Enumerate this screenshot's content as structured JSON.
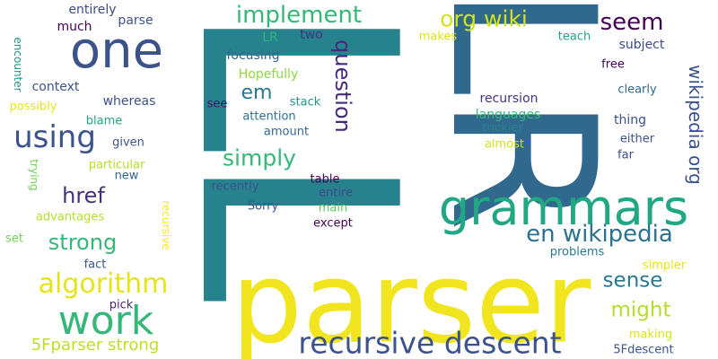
{
  "words": [
    {
      "text": "LL",
      "color": "#26838e",
      "rotated": true
    },
    {
      "text": "LR",
      "color": "#31688e",
      "rotated": true
    },
    {
      "text": "parser",
      "color": "#f0e51e",
      "rotated": false
    },
    {
      "text": "grammars",
      "color": "#22a784",
      "rotated": false
    },
    {
      "text": "recursive descent",
      "color": "#3b528b",
      "rotated": false
    },
    {
      "text": "one",
      "color": "#3b528b",
      "rotated": false
    },
    {
      "text": "work",
      "color": "#35b779",
      "rotated": false
    },
    {
      "text": "using",
      "color": "#3b528b",
      "rotated": false
    },
    {
      "text": "algorithm",
      "color": "#e5e419",
      "rotated": false
    },
    {
      "text": "en wikipedia",
      "color": "#2c728e",
      "rotated": false
    },
    {
      "text": "wikipedia org",
      "color": "#3b528b",
      "rotated": true
    },
    {
      "text": "implement",
      "color": "#35b779",
      "rotated": false
    },
    {
      "text": "org wiki",
      "color": "#d2e21b",
      "rotated": false
    },
    {
      "text": "seem",
      "color": "#440154",
      "rotated": false
    },
    {
      "text": "question",
      "color": "#482878",
      "rotated": true
    },
    {
      "text": "simply",
      "color": "#35b779",
      "rotated": false
    },
    {
      "text": "em",
      "color": "#2a788e",
      "rotated": false
    },
    {
      "text": "href",
      "color": "#46327e",
      "rotated": false
    },
    {
      "text": "strong",
      "color": "#35b779",
      "rotated": false
    },
    {
      "text": "sense",
      "color": "#2a788e",
      "rotated": false
    },
    {
      "text": "might",
      "color": "#b5de2b",
      "rotated": false
    },
    {
      "text": "5Fparser strong",
      "color": "#bddf26",
      "rotated": false
    },
    {
      "text": "entirely",
      "color": "#3e4a89",
      "rotated": false
    },
    {
      "text": "parse",
      "color": "#3b528b",
      "rotated": false
    },
    {
      "text": "much",
      "color": "#440154",
      "rotated": false
    },
    {
      "text": "two",
      "color": "#46327e",
      "rotated": false
    },
    {
      "text": "LR",
      "color": "#31b57b",
      "rotated": false
    },
    {
      "text": "makes",
      "color": "#dde318",
      "rotated": false
    },
    {
      "text": "teach",
      "color": "#20a386",
      "rotated": false
    },
    {
      "text": "subject",
      "color": "#3e4989",
      "rotated": false
    },
    {
      "text": "free",
      "color": "#440154",
      "rotated": false
    },
    {
      "text": "focusing",
      "color": "#31688e",
      "rotated": false
    },
    {
      "text": "Hopefully",
      "color": "#8fd744",
      "rotated": false
    },
    {
      "text": "encounter",
      "color": "#21918c",
      "rotated": true
    },
    {
      "text": "context",
      "color": "#3b528b",
      "rotated": false
    },
    {
      "text": "possibly",
      "color": "#e5e419",
      "rotated": false
    },
    {
      "text": "whereas",
      "color": "#3b528b",
      "rotated": false
    },
    {
      "text": "blame",
      "color": "#21a685",
      "rotated": false
    },
    {
      "text": "given",
      "color": "#3b528b",
      "rotated": false
    },
    {
      "text": "particular",
      "color": "#b5de2b",
      "rotated": false
    },
    {
      "text": "new",
      "color": "#31688e",
      "rotated": false
    },
    {
      "text": "trying",
      "color": "#73d056",
      "rotated": true
    },
    {
      "text": "advantages",
      "color": "#b5de2b",
      "rotated": false
    },
    {
      "text": "recursive",
      "color": "#fde725",
      "rotated": true
    },
    {
      "text": "set",
      "color": "#73d056",
      "rotated": false
    },
    {
      "text": "fact",
      "color": "#3b528b",
      "rotated": false
    },
    {
      "text": "pick",
      "color": "#482878",
      "rotated": false
    },
    {
      "text": "stack",
      "color": "#21918c",
      "rotated": false
    },
    {
      "text": "see",
      "color": "#471164",
      "rotated": false
    },
    {
      "text": "attention",
      "color": "#2c728e",
      "rotated": false
    },
    {
      "text": "amount",
      "color": "#31688e",
      "rotated": false
    },
    {
      "text": "recently",
      "color": "#3b528b",
      "rotated": false
    },
    {
      "text": "Sorry",
      "color": "#3b528b",
      "rotated": false
    },
    {
      "text": "table",
      "color": "#440154",
      "rotated": false
    },
    {
      "text": "entire",
      "color": "#3e4a89",
      "rotated": false
    },
    {
      "text": "main",
      "color": "#5ec962",
      "rotated": false
    },
    {
      "text": "except",
      "color": "#440154",
      "rotated": false
    },
    {
      "text": "recursion",
      "color": "#46327e",
      "rotated": false
    },
    {
      "text": "languages",
      "color": "#35b779",
      "rotated": false
    },
    {
      "text": "trickier",
      "color": "#26828e",
      "rotated": false
    },
    {
      "text": "almost",
      "color": "#d2e21b",
      "rotated": false
    },
    {
      "text": "clearly",
      "color": "#31688e",
      "rotated": false
    },
    {
      "text": "thing",
      "color": "#3b528b",
      "rotated": false
    },
    {
      "text": "either",
      "color": "#3b528b",
      "rotated": false
    },
    {
      "text": "far",
      "color": "#3e4a89",
      "rotated": false
    },
    {
      "text": "problems",
      "color": "#2a788e",
      "rotated": false
    },
    {
      "text": "simpler",
      "color": "#e5e419",
      "rotated": false
    },
    {
      "text": "making",
      "color": "#d8e219",
      "rotated": false
    },
    {
      "text": "5Fdescent",
      "color": "#3b528b",
      "rotated": false
    }
  ]
}
